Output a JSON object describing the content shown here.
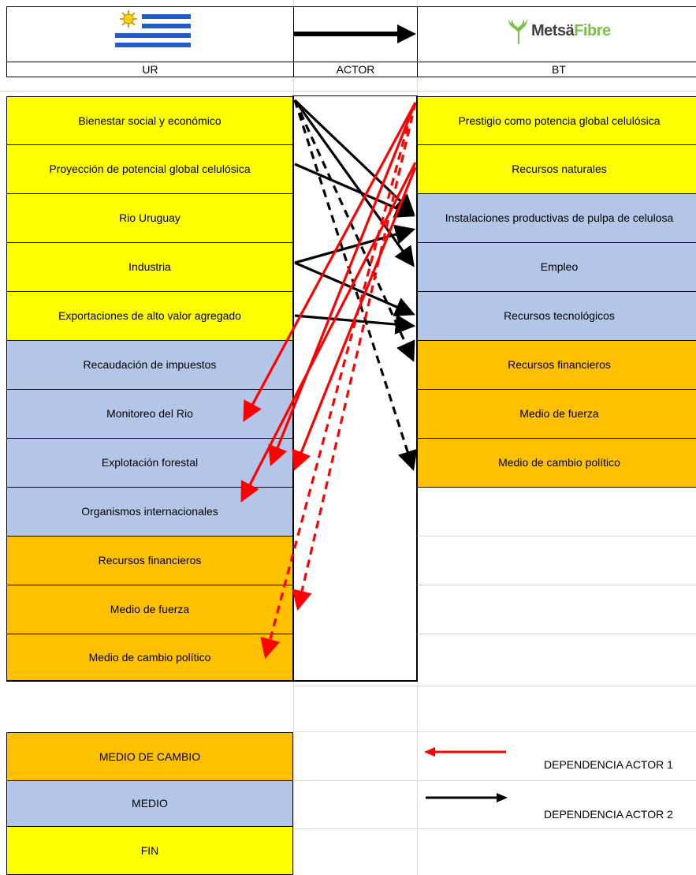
{
  "header": {
    "left_label": "UR",
    "middle_label": "ACTOR",
    "right_label": "BT",
    "logo_text_a": "Metsä",
    "logo_text_b": "Fibre"
  },
  "ur_items": [
    {
      "label": "Bienestar social y económico",
      "type": "FIN"
    },
    {
      "label": "Proyección de potencial global celulósica",
      "type": "FIN"
    },
    {
      "label": "Rio Uruguay",
      "type": "FIN"
    },
    {
      "label": "Industria",
      "type": "FIN"
    },
    {
      "label": "Exportaciones de alto valor agregado",
      "type": "FIN"
    },
    {
      "label": "Recaudación de impuestos",
      "type": "MEDIO"
    },
    {
      "label": "Monitoreo del Rio",
      "type": "MEDIO"
    },
    {
      "label": "Explotación forestal",
      "type": "MEDIO"
    },
    {
      "label": "Organismos internacionales",
      "type": "MEDIO"
    },
    {
      "label": "Recursos financieros",
      "type": "MEDIO DE CAMBIO"
    },
    {
      "label": "Medio de fuerza",
      "type": "MEDIO DE CAMBIO"
    },
    {
      "label": "Medio de cambio político",
      "type": "MEDIO DE CAMBIO"
    }
  ],
  "bt_items": [
    {
      "label": "Prestigio como potencia global celulósica",
      "type": "FIN"
    },
    {
      "label": "Recursos naturales",
      "type": "FIN"
    },
    {
      "label": "Instalaciones productivas de pulpa de celulosa",
      "type": "MEDIO"
    },
    {
      "label": "Empleo",
      "type": "MEDIO"
    },
    {
      "label": "Recursos tecnológicos",
      "type": "MEDIO"
    },
    {
      "label": "Recursos financieros",
      "type": "MEDIO DE CAMBIO"
    },
    {
      "label": "Medio de fuerza",
      "type": "MEDIO DE CAMBIO"
    },
    {
      "label": "Medio de cambio político",
      "type": "MEDIO DE CAMBIO"
    }
  ],
  "type_legend": [
    {
      "label": "MEDIO DE CAMBIO",
      "color": "#ffc000"
    },
    {
      "label": "MEDIO",
      "color": "#b4c6e7"
    },
    {
      "label": "FIN",
      "color": "#ffff00"
    }
  ],
  "arrow_legend": [
    {
      "label": "DEPENDENCIA ACTOR 1",
      "color": "#ff0000",
      "direction": "left"
    },
    {
      "label": "DEPENDENCIA ACTOR 2",
      "color": "#000000",
      "direction": "right"
    }
  ],
  "colors": {
    "fin": "#ffff00",
    "medio": "#b4c6e7",
    "medio_de_cambio": "#ffc000",
    "actor1_arrow": "#ff0000",
    "actor2_arrow": "#000000"
  }
}
